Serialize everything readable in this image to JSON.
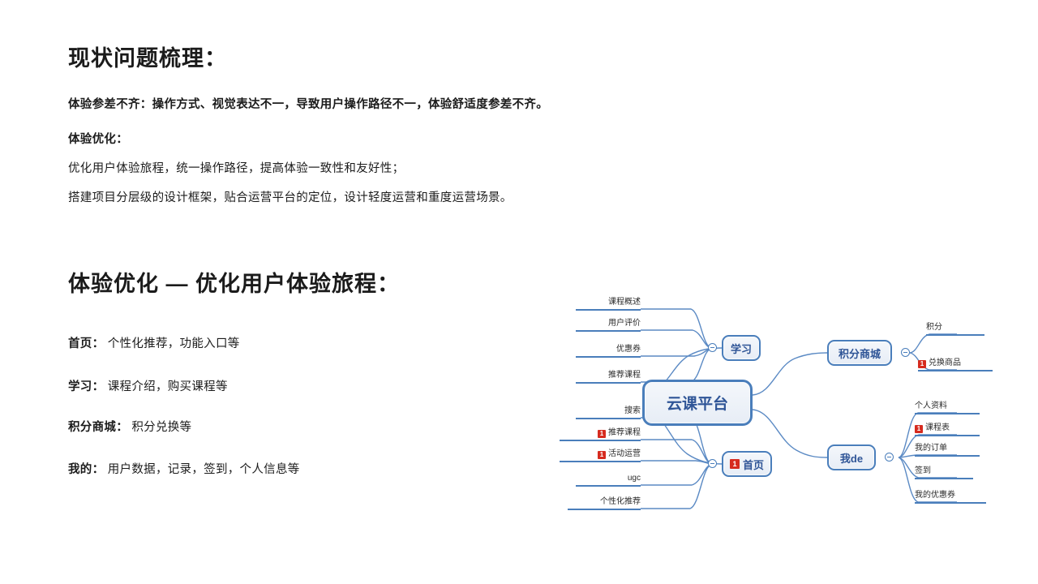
{
  "section1": {
    "heading": "现状问题梳理：",
    "paragraphs": [
      "体验参差不齐：操作方式、视觉表达不一，导致用户操作路径不一，体验舒适度参差不齐。",
      "体验优化：",
      "优化用户体验旅程，统一操作路径，提高体验一致性和友好性；",
      "搭建项目分层级的设计框架，贴合运营平台的定位，设计轻度运营和重度运营场景。"
    ]
  },
  "section2": {
    "heading": "体验优化 — 优化用户体验旅程：",
    "bullets": [
      {
        "key": "首页：",
        "value": "个性化推荐，功能入口等"
      },
      {
        "key": "学习：",
        "value": "课程介绍，购买课程等"
      },
      {
        "key": "积分商城：",
        "value": "积分兑换等"
      },
      {
        "key": "我的：",
        "value": "用户数据，记录，签到，个人信息等"
      }
    ]
  },
  "mindmap": {
    "central": "云课平台",
    "branches": [
      {
        "label": "学习",
        "badge": "",
        "side": "left",
        "children": [
          {
            "label": "课程概述",
            "badge": ""
          },
          {
            "label": "用户评价",
            "badge": ""
          },
          {
            "label": "优惠券",
            "badge": ""
          },
          {
            "label": "推荐课程",
            "badge": ""
          }
        ]
      },
      {
        "label": "首页",
        "badge": "1",
        "side": "left",
        "children": [
          {
            "label": "搜索",
            "badge": ""
          },
          {
            "label": "推荐课程",
            "badge": "1"
          },
          {
            "label": "活动运营",
            "badge": "1"
          },
          {
            "label": "ugc",
            "badge": ""
          },
          {
            "label": "个性化推荐",
            "badge": ""
          }
        ]
      },
      {
        "label": "积分商城",
        "badge": "",
        "side": "right",
        "children": [
          {
            "label": "积分",
            "badge": ""
          },
          {
            "label": "兑换商品",
            "badge": "1"
          }
        ]
      },
      {
        "label": "我de",
        "badge": "",
        "side": "right",
        "children": [
          {
            "label": "个人资料",
            "badge": ""
          },
          {
            "label": "课程表",
            "badge": "1"
          },
          {
            "label": "我的订单",
            "badge": ""
          },
          {
            "label": "签到",
            "badge": ""
          },
          {
            "label": "我的优惠券",
            "badge": ""
          }
        ]
      }
    ],
    "colors": {
      "node_border": "#4a7ebb",
      "node_text": "#2f5597",
      "leaf_underline": "#4a7ebb",
      "badge": "#d62b1f",
      "connector": "#5b8ac4"
    }
  }
}
